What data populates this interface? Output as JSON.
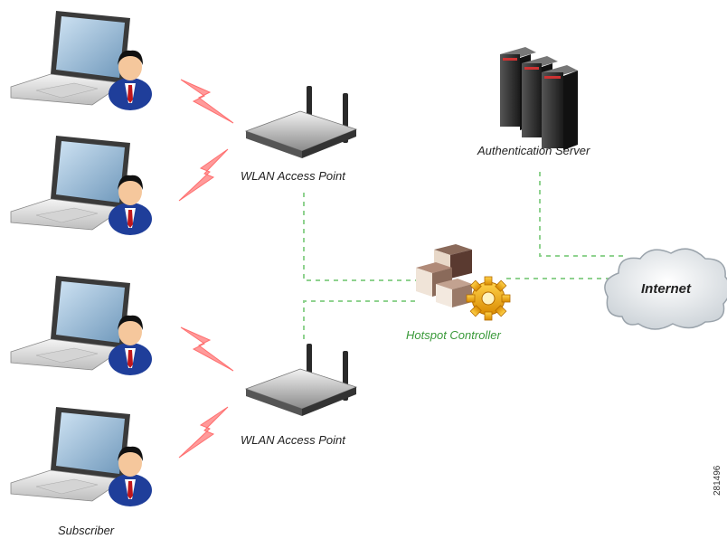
{
  "labels": {
    "ap_top": "WLAN Access Point",
    "ap_bottom": "WLAN Access Point",
    "auth_server": "Authentication Server",
    "hotspot": "Hotspot Controller",
    "internet": "Internet",
    "subscriber": "Subscriber",
    "figure_id": "281496"
  },
  "colors": {
    "link_dash": "#8fd28f",
    "wireless_bolt": "#ff8a8a",
    "hotspot_label": "#3a9a3a"
  },
  "icons": {
    "laptop": "laptop-user-icon",
    "access_point": "wireless-router-icon",
    "server": "server-rack-icon",
    "controller": "hotspot-controller-icon",
    "cloud": "cloud-icon"
  }
}
